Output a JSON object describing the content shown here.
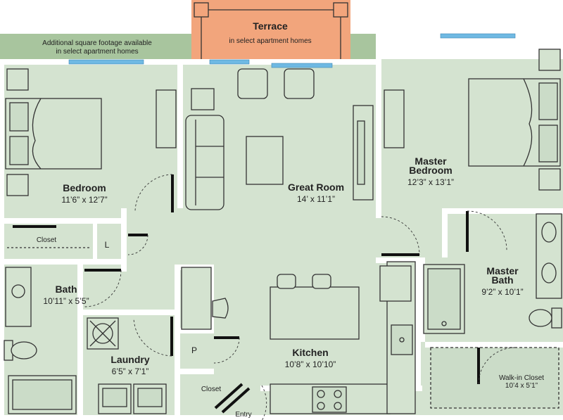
{
  "terrace": {
    "title": "Terrace",
    "subtitle": "in select apartment homes",
    "color": "#f2a57c"
  },
  "extra_area": {
    "line1": "Additional square footage available",
    "line2": "in select apartment homes",
    "color": "#a8c59e"
  },
  "rooms": {
    "bedroom": {
      "name": "Bedroom",
      "dims": "11’6” x 12’7”"
    },
    "great_room": {
      "name": "Great Room",
      "dims": "14’ x 11’1”"
    },
    "master_bedroom": {
      "name1": "Master",
      "name2": "Bedroom",
      "dims": "12’3” x 13’1”"
    },
    "bath": {
      "name": "Bath",
      "dims": "10’11” x 5’5”"
    },
    "master_bath": {
      "name1": "Master",
      "name2": "Bath",
      "dims": "9’2” x 10’1”"
    },
    "laundry": {
      "name": "Laundry",
      "dims": "6’5” x 7’1”"
    },
    "kitchen": {
      "name": "Kitchen",
      "dims": "10’8” x 10’10”"
    },
    "walk_in_closet": {
      "name": "Walk-in Closet",
      "dims": "10’4 x 5’1”"
    }
  },
  "small_labels": {
    "closet_bedroom": "Closet",
    "linen": "L",
    "pantry": "P",
    "closet_entry": "Closet",
    "entry": "Entry"
  },
  "colors": {
    "floor": "#d4e3d0",
    "wall": "#ffffff",
    "window": "#6fb9e3"
  }
}
